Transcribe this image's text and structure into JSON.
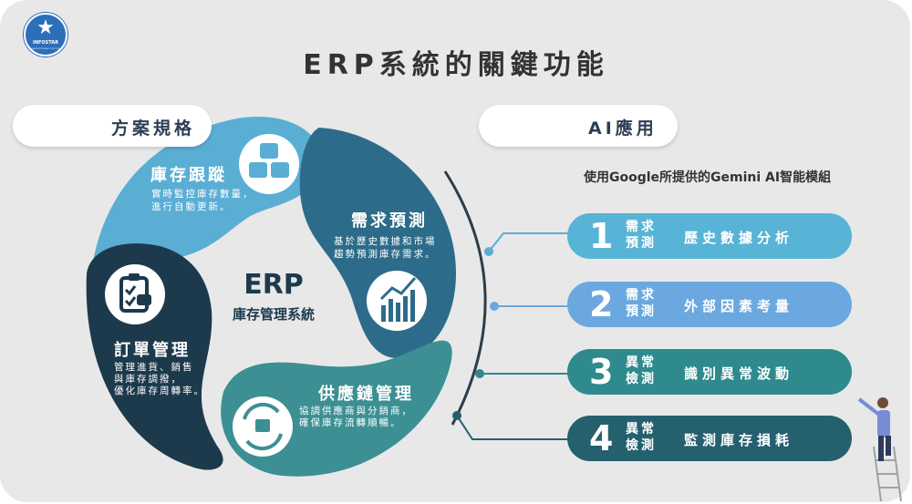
{
  "title": "ERP系統的關鍵功能",
  "logo": {
    "name": "INFOSTAR",
    "subtext": "www.infostar.com.tw"
  },
  "left_pill": "方案規格",
  "right_pill": "AI應用",
  "center": {
    "title": "ERP",
    "subtitle": "庫存管理系統"
  },
  "segments": {
    "inventory": {
      "title": "庫存跟蹤",
      "desc1": "實時監控庫存數量，",
      "desc2": "進行自動更新。",
      "icon": "boxes-icon"
    },
    "forecast": {
      "title": "需求預測",
      "desc1": "基於歷史數據和市場",
      "desc2": "趨勢預測庫存需求。",
      "icon": "bar-chart-icon"
    },
    "orders": {
      "title": "訂單管理",
      "desc1": "管理進貨、銷售",
      "desc2": "與庫存調撥，",
      "desc3": "優化庫存周轉率。",
      "icon": "clipboard-icon"
    },
    "supply": {
      "title": "供應鏈管理",
      "desc1": "協調供應商與分銷商，",
      "desc2": "確保庫存流轉順暢。",
      "icon": "cycle-icon"
    }
  },
  "ai_subtitle": "使用Google所提供的Gemini  AI智能模組",
  "ai_items": [
    {
      "num": "1",
      "cat1": "需求",
      "cat2": "預測",
      "label": "歷史數據分析",
      "color": "#58b4d6"
    },
    {
      "num": "2",
      "cat1": "需求",
      "cat2": "預測",
      "label": "外部因素考量",
      "color": "#6aa8df"
    },
    {
      "num": "3",
      "cat1": "異常",
      "cat2": "檢測",
      "label": "識別異常波動",
      "color": "#2e8a8c"
    },
    {
      "num": "4",
      "cat1": "異常",
      "cat2": "檢測",
      "label": "監測庫存損耗",
      "color": "#25606f"
    }
  ],
  "colors": {
    "inventory": "#5aaed4",
    "forecast": "#2c6c8a",
    "orders": "#1c3a4c",
    "supply": "#3c8f93",
    "arc": "#2e3d46",
    "background": "#e8e8e9"
  }
}
